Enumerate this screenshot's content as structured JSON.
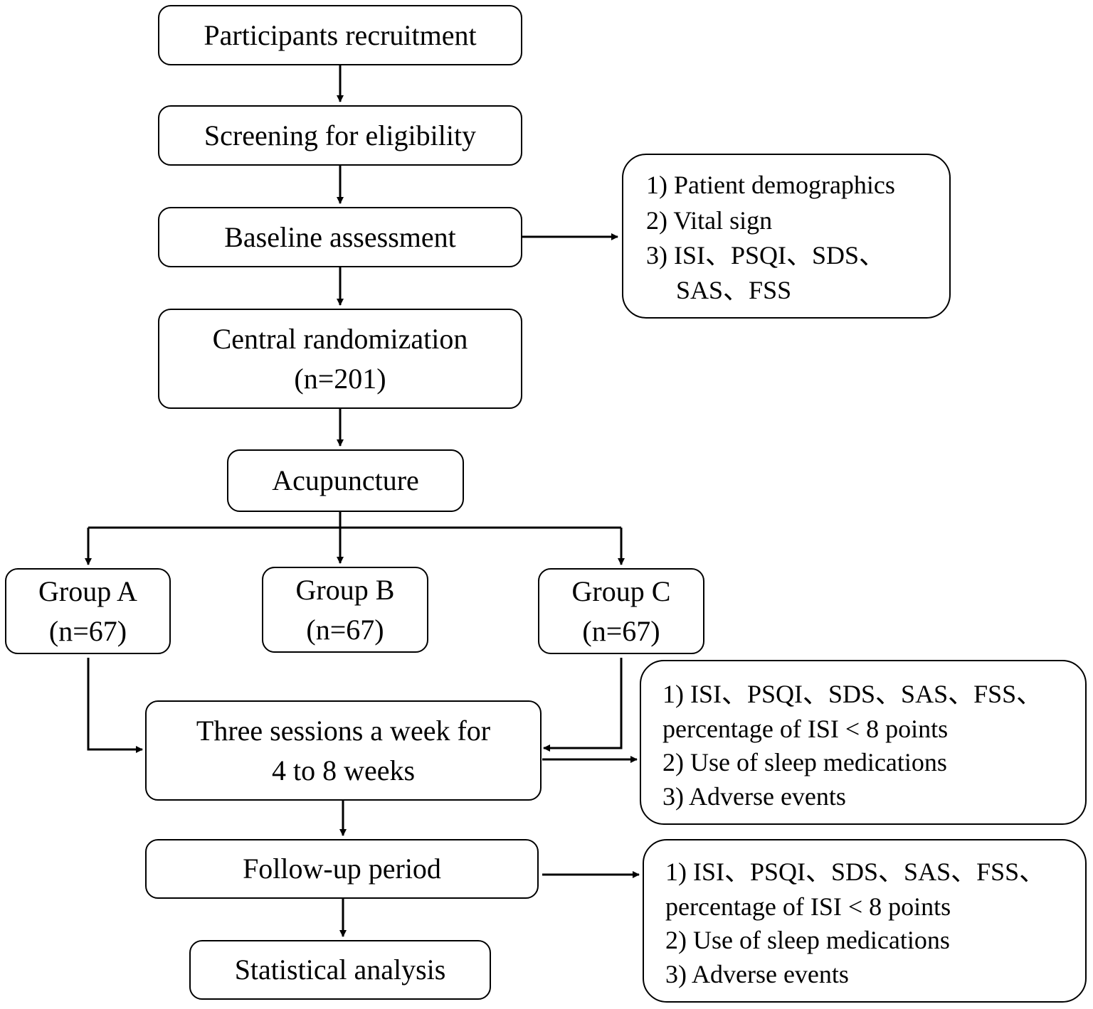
{
  "steps": {
    "recruitment": "Participants recruitment",
    "screening": "Screening for eligibility",
    "baseline": "Baseline assessment",
    "randomization": {
      "line1": "Central randomization",
      "line2": "(n=201)"
    },
    "acupuncture": "Acupuncture",
    "group_a": {
      "line1": "Group A",
      "line2": "(n=67)"
    },
    "group_b": {
      "line1": "Group B",
      "line2": "(n=67)"
    },
    "group_c": {
      "line1": "Group C",
      "line2": "(n=67)"
    },
    "sessions": {
      "line1": "Three sessions a week for",
      "line2": "4 to 8 weeks"
    },
    "followup": "Follow-up period",
    "analysis": "Statistical analysis"
  },
  "baseline_measures": [
    "1) Patient demographics",
    "2) Vital sign",
    "3) ISI、PSQI、SDS、",
    "SAS、FSS"
  ],
  "treatment_outcomes": [
    "1) ISI、PSQI、SDS、SAS、FSS、",
    "percentage of ISI < 8 points",
    "2) Use of sleep medications",
    "3) Adverse events"
  ],
  "followup_outcomes": [
    "1) ISI、PSQI、SDS、SAS、FSS、",
    "percentage of ISI < 8 points",
    "2) Use of sleep medications",
    "3) Adverse events"
  ]
}
